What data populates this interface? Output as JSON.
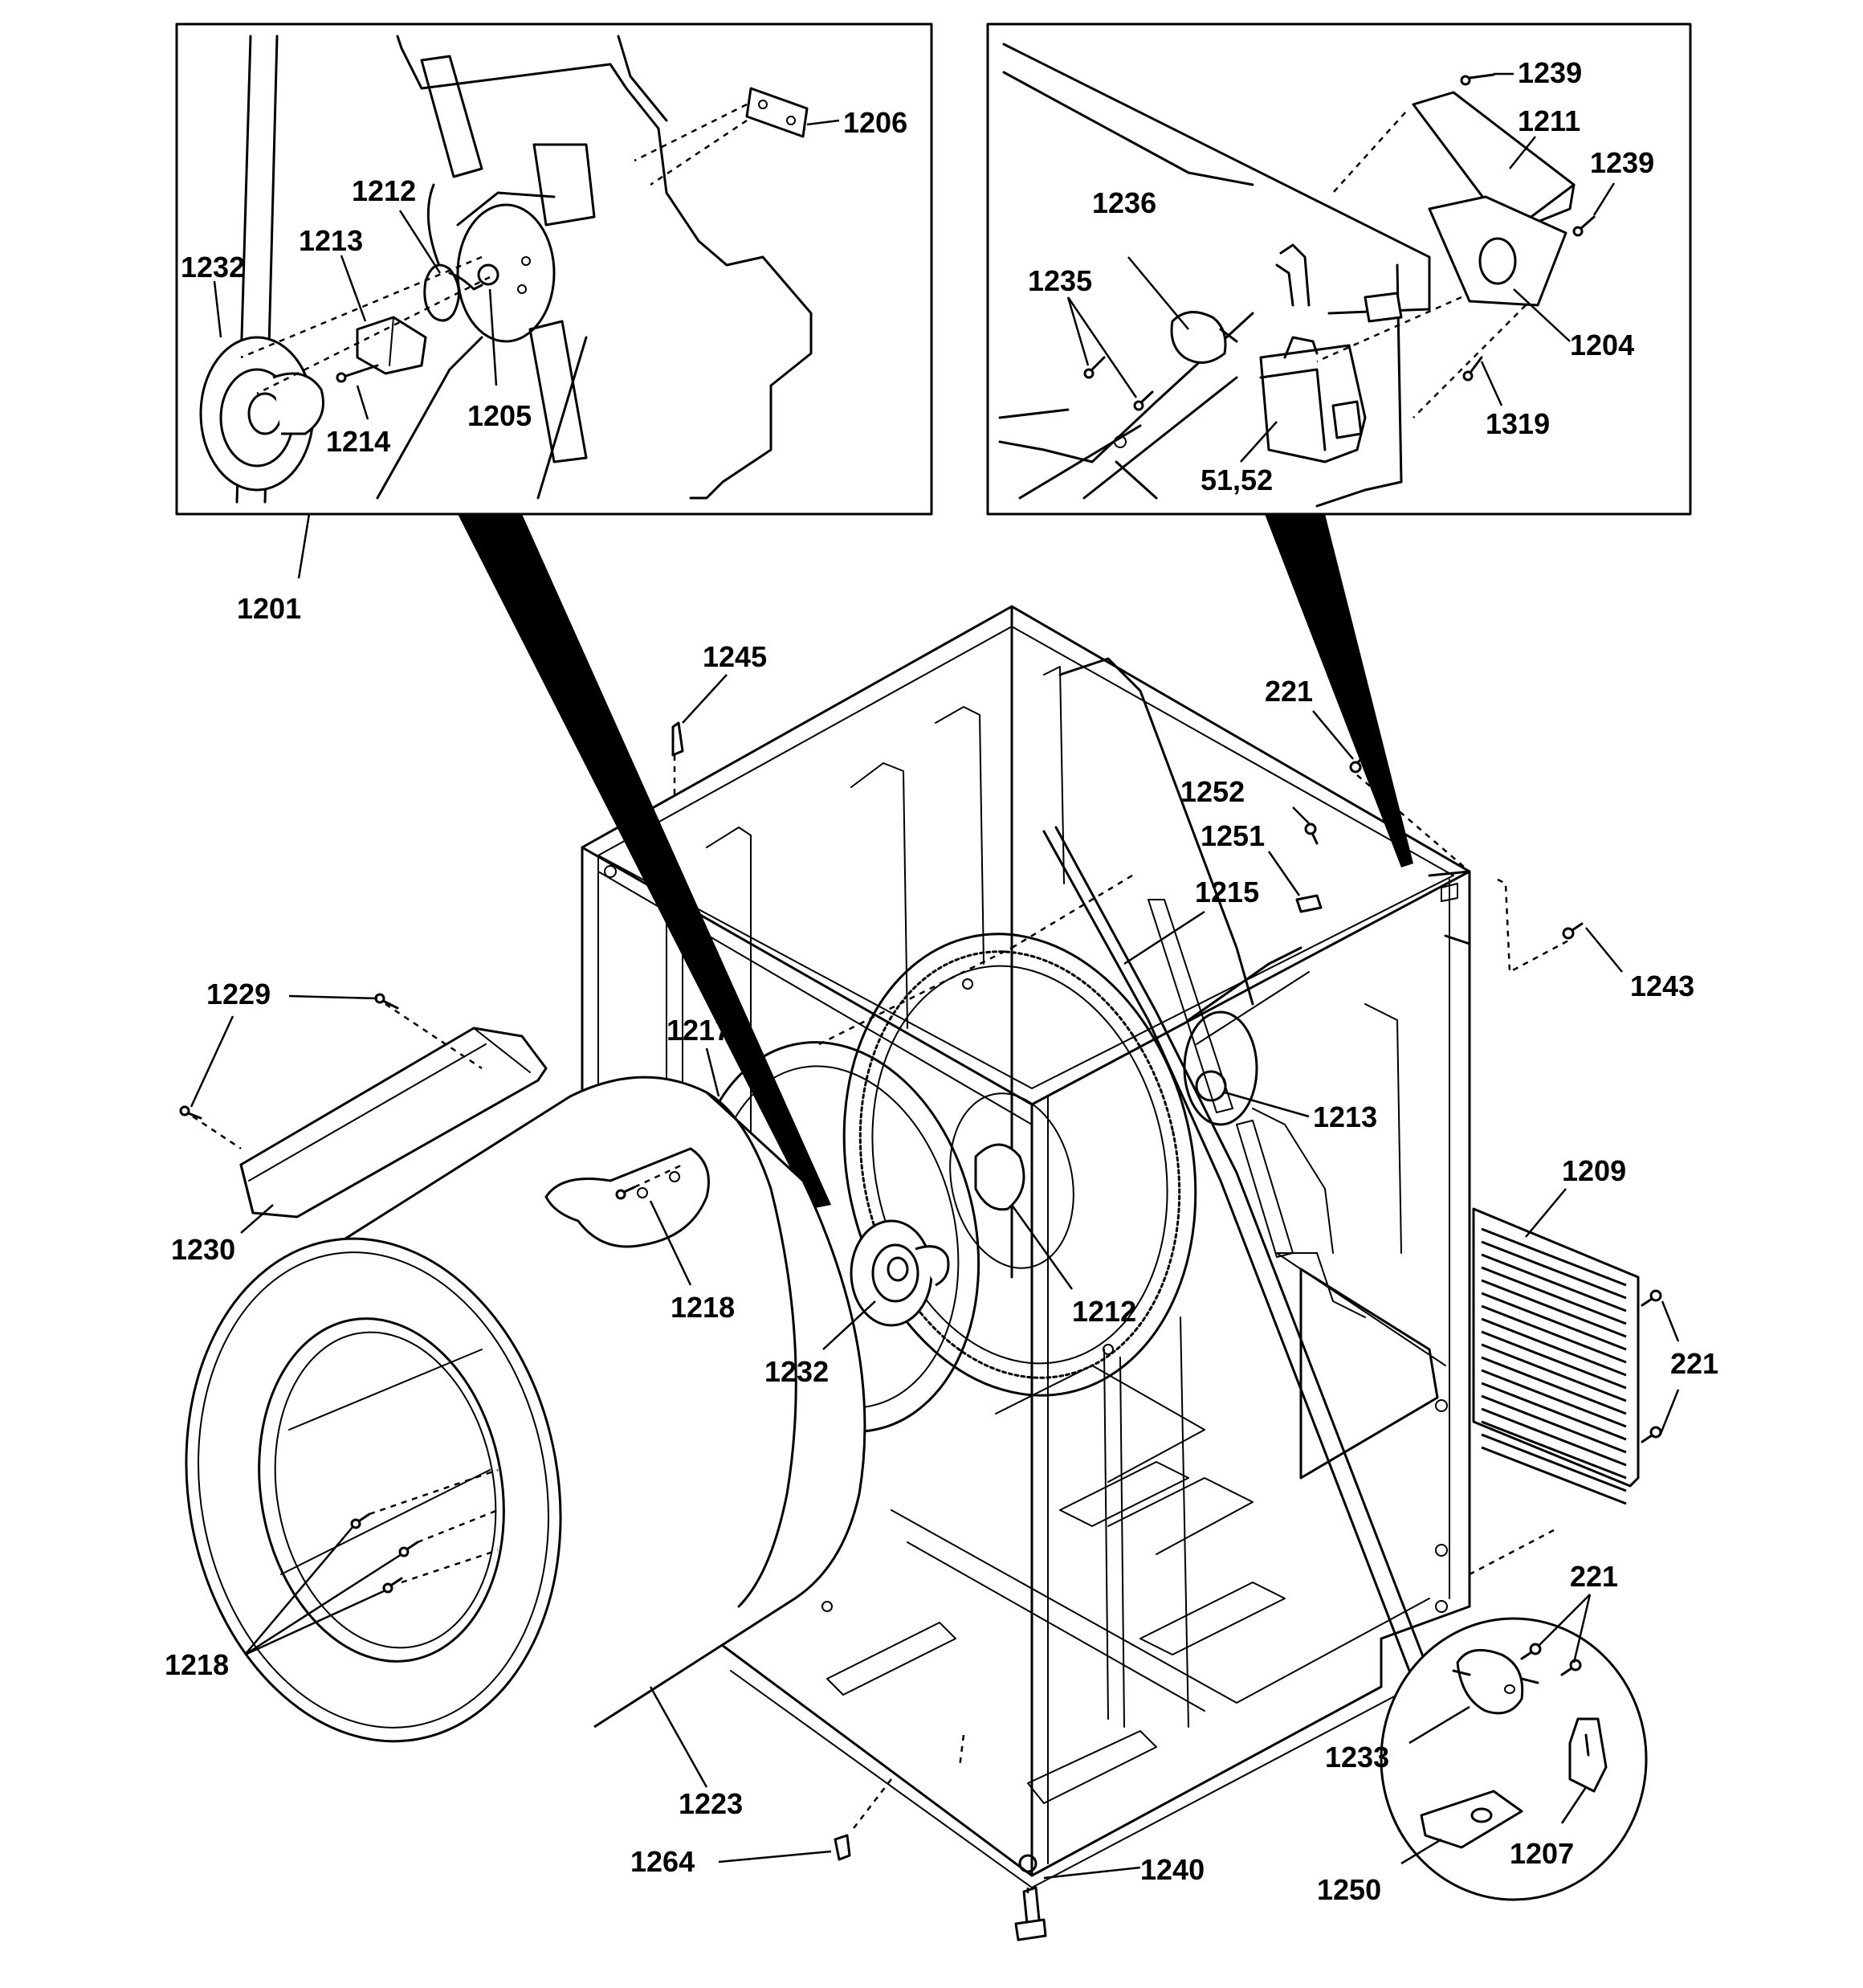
{
  "labels": {
    "p1201": "1201",
    "p1206": "1206",
    "p1212": "1212",
    "p1213": "1213",
    "p1232": "1232",
    "p1214": "1214",
    "p1205": "1205",
    "p1239a": "1239",
    "p1211": "1211",
    "p1239b": "1239",
    "p1236": "1236",
    "p1235": "1235",
    "p1204": "1204",
    "p1319": "1319",
    "p5152": "51,52",
    "p1245": "1245",
    "p221a": "221",
    "p1252": "1252",
    "p1251": "1251",
    "p1215": "1215",
    "p1243": "1243",
    "p1229": "1229",
    "p1217": "1217",
    "p1213b": "1213",
    "p1209": "1209",
    "p1230": "1230",
    "p1218a": "1218",
    "p1212b": "1212",
    "p221b": "221",
    "p1232b": "1232",
    "p221c": "221",
    "p1218b": "1218",
    "p1233": "1233",
    "p1223": "1223",
    "p1264": "1264",
    "p1240": "1240",
    "p1207": "1207",
    "p1250": "1250"
  }
}
